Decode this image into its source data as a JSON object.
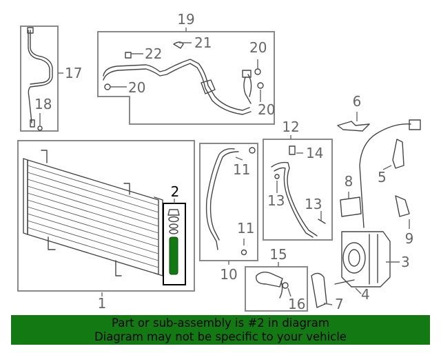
{
  "callouts": {
    "c1": "1",
    "c2": "2",
    "c3": "3",
    "c4": "4",
    "c5": "5",
    "c6": "6",
    "c7": "7",
    "c8": "8",
    "c9": "9",
    "c10": "10",
    "c11a": "11",
    "c11b": "11",
    "c12": "12",
    "c13a": "13",
    "c13b": "13",
    "c14": "14",
    "c15": "15",
    "c16": "16",
    "c17": "17",
    "c18": "18",
    "c19": "19",
    "c20a": "20",
    "c20b": "20",
    "c20c": "20",
    "c21": "21",
    "c22": "22"
  },
  "banner": {
    "line1": "Part or sub-assembly is #2 in diagram",
    "line2": "Diagram may not be specific to your vehicle"
  },
  "colors": {
    "highlight": "#137a13",
    "line": "#444444",
    "box": "#888888"
  }
}
